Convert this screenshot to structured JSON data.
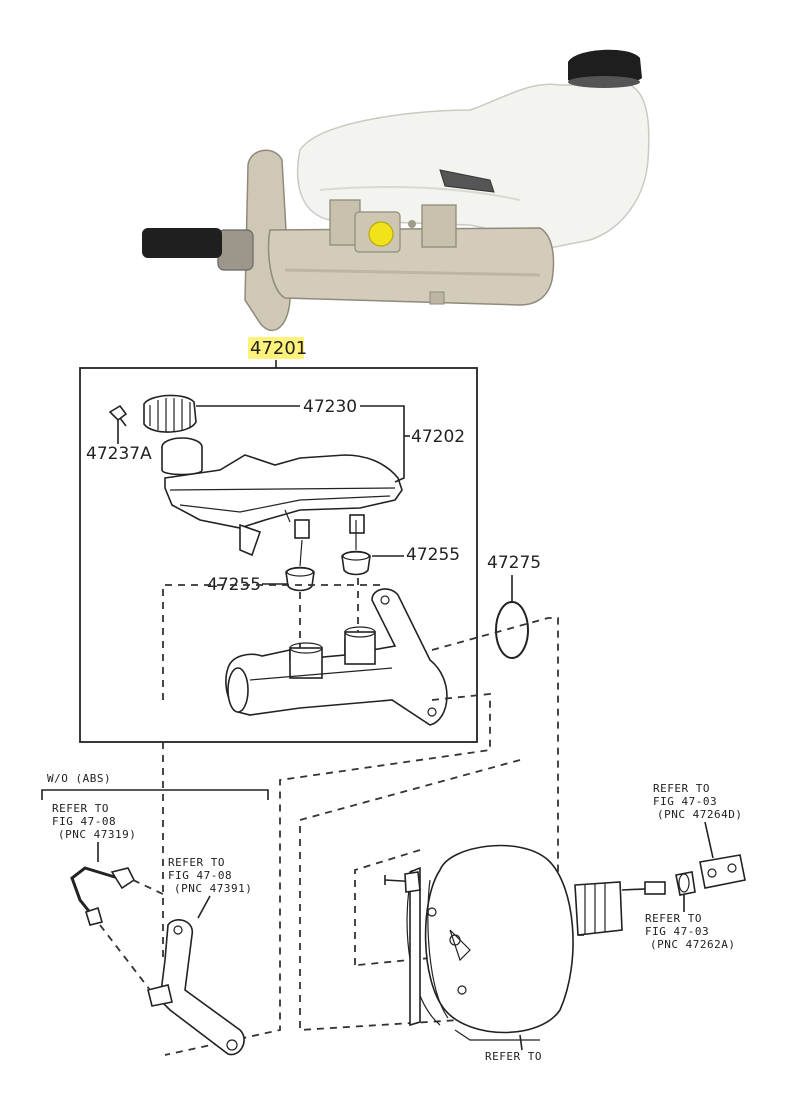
{
  "photo": {
    "icon": "brake-master-cylinder-photo"
  },
  "colors": {
    "highlight": "#fff27a",
    "metal": "#cfc8b6",
    "reservoir": "#f3f4ef",
    "cap": "#1e1e1e",
    "yellow_plug": "#f2e21c"
  },
  "labels": {
    "main_part": "47201",
    "p47230": "47230",
    "p47202": "47202",
    "p47237a": "47237A",
    "p47255_right": "47255",
    "p47255_left": "47255",
    "p47275": "47275",
    "wo_abs": "W/O (ABS)"
  },
  "refs": {
    "r1": [
      "REFER TO",
      "FIG 47-08",
      "(PNC 47319)"
    ],
    "r2": [
      "REFER TO",
      "FIG 47-08",
      "(PNC 47391)"
    ],
    "r3": [
      "REFER TO",
      "FIG 47-03",
      "(PNC 47264D)"
    ],
    "r4": [
      "REFER TO",
      "FIG 47-03",
      "(PNC 47262A)"
    ],
    "r5": "REFER TO"
  }
}
